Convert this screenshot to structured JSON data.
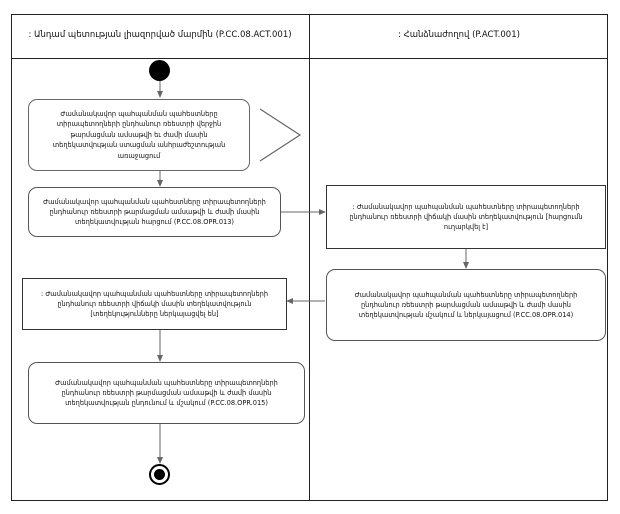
{
  "diagram": {
    "type": "uml-activity-diagram",
    "lanes": [
      {
        "id": "lane-left",
        "title": ": Անդամ պետության լիազորված մարմին (P.CC.08.ACT.001)"
      },
      {
        "id": "lane-right",
        "title": ": Հանձնաժողով (P.ACT.001)"
      }
    ],
    "nodes": {
      "initial": {
        "name": "initial-node",
        "label": ""
      },
      "trigger_note": {
        "label": "Ժամանակավոր պահպանման պահեստները տիրապետողների ընդհանուր ռեեստրի վերջին թարմացման ամսաթվի եւ ժամի մասին տեղեկատվության ստացման անհրաժեշտության առաջացում"
      },
      "left_action_1": {
        "label": "Ժամանակավոր պահպանման պահեստները տիրապետողների ընդհանուր ռեեստրի թարմացման ամսաթվի և ժամի մասին տեղեկատվության հարցում (P.CC.08.OPR.013)"
      },
      "right_object_1": {
        "label": ": Ժամանակավոր պահպանման պահեստները տիրապետողների ընդհանուր ռեեստրի վիճակի մասին տեղեկատվություն [հարցումն ուղարկվել է]"
      },
      "right_action_1": {
        "label": "Ժամանակավոր պահպանման պահեստները տիրապետողների ընդհանուր ռեեստրի թարմացման ամսաթվի և ժամի մասին տեղեկատվության մշակում և ներկայացում (P.CC.08.OPR.014)"
      },
      "left_object_1": {
        "label": ": Ժամանակավոր պահպանման պահեստները տիրապետողների ընդհանուր ռեեստրի վիճակի մասին տեղեկատվություն [տեղեկությունները ներկայացվել են]"
      },
      "left_action_2": {
        "label": "Ժամանակավոր պահպանման պահեստները տիրապետողների ընդհանուր ռեեստրի թարմացման ամսաթվի և ժամի մասին տեղեկատվության ընդունում և մշակում (P.CC.08.OPR.015)"
      },
      "final": {
        "name": "activity-final-node",
        "label": ""
      }
    },
    "colors": {
      "border": "#222222",
      "node_border": "#555555",
      "edge": "#666666",
      "background": "#ffffff",
      "text": "#111111"
    }
  }
}
